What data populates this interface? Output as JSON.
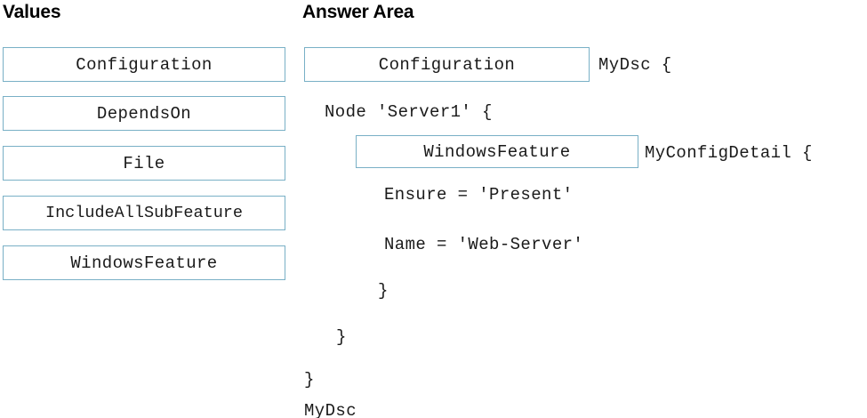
{
  "headings": {
    "values": "Values",
    "answer_area": "Answer Area"
  },
  "values_list": {
    "items": [
      {
        "label": "Configuration"
      },
      {
        "label": "DependsOn"
      },
      {
        "label": "File"
      },
      {
        "label": "IncludeAllSubFeature"
      },
      {
        "label": "WindowsFeature"
      }
    ]
  },
  "answer_area": {
    "slots": [
      {
        "name": "configuration-slot",
        "value": "Configuration"
      },
      {
        "name": "windowsfeature-slot",
        "value": "WindowsFeature"
      }
    ],
    "code": {
      "mydsc_open": "MyDsc {",
      "node_line": "Node 'Server1' {",
      "myconfigdetail_open": "MyConfigDetail {",
      "ensure_line": "Ensure = 'Present'",
      "name_line": "Name = 'Web-Server'",
      "close_brace_inner": "}",
      "close_brace_middle": "}",
      "close_brace_outer": "}",
      "mydsc_end": "MyDsc"
    }
  },
  "colors": {
    "box_border": "#79b0c6",
    "text": "#1a1a1a",
    "background": "#ffffff"
  }
}
